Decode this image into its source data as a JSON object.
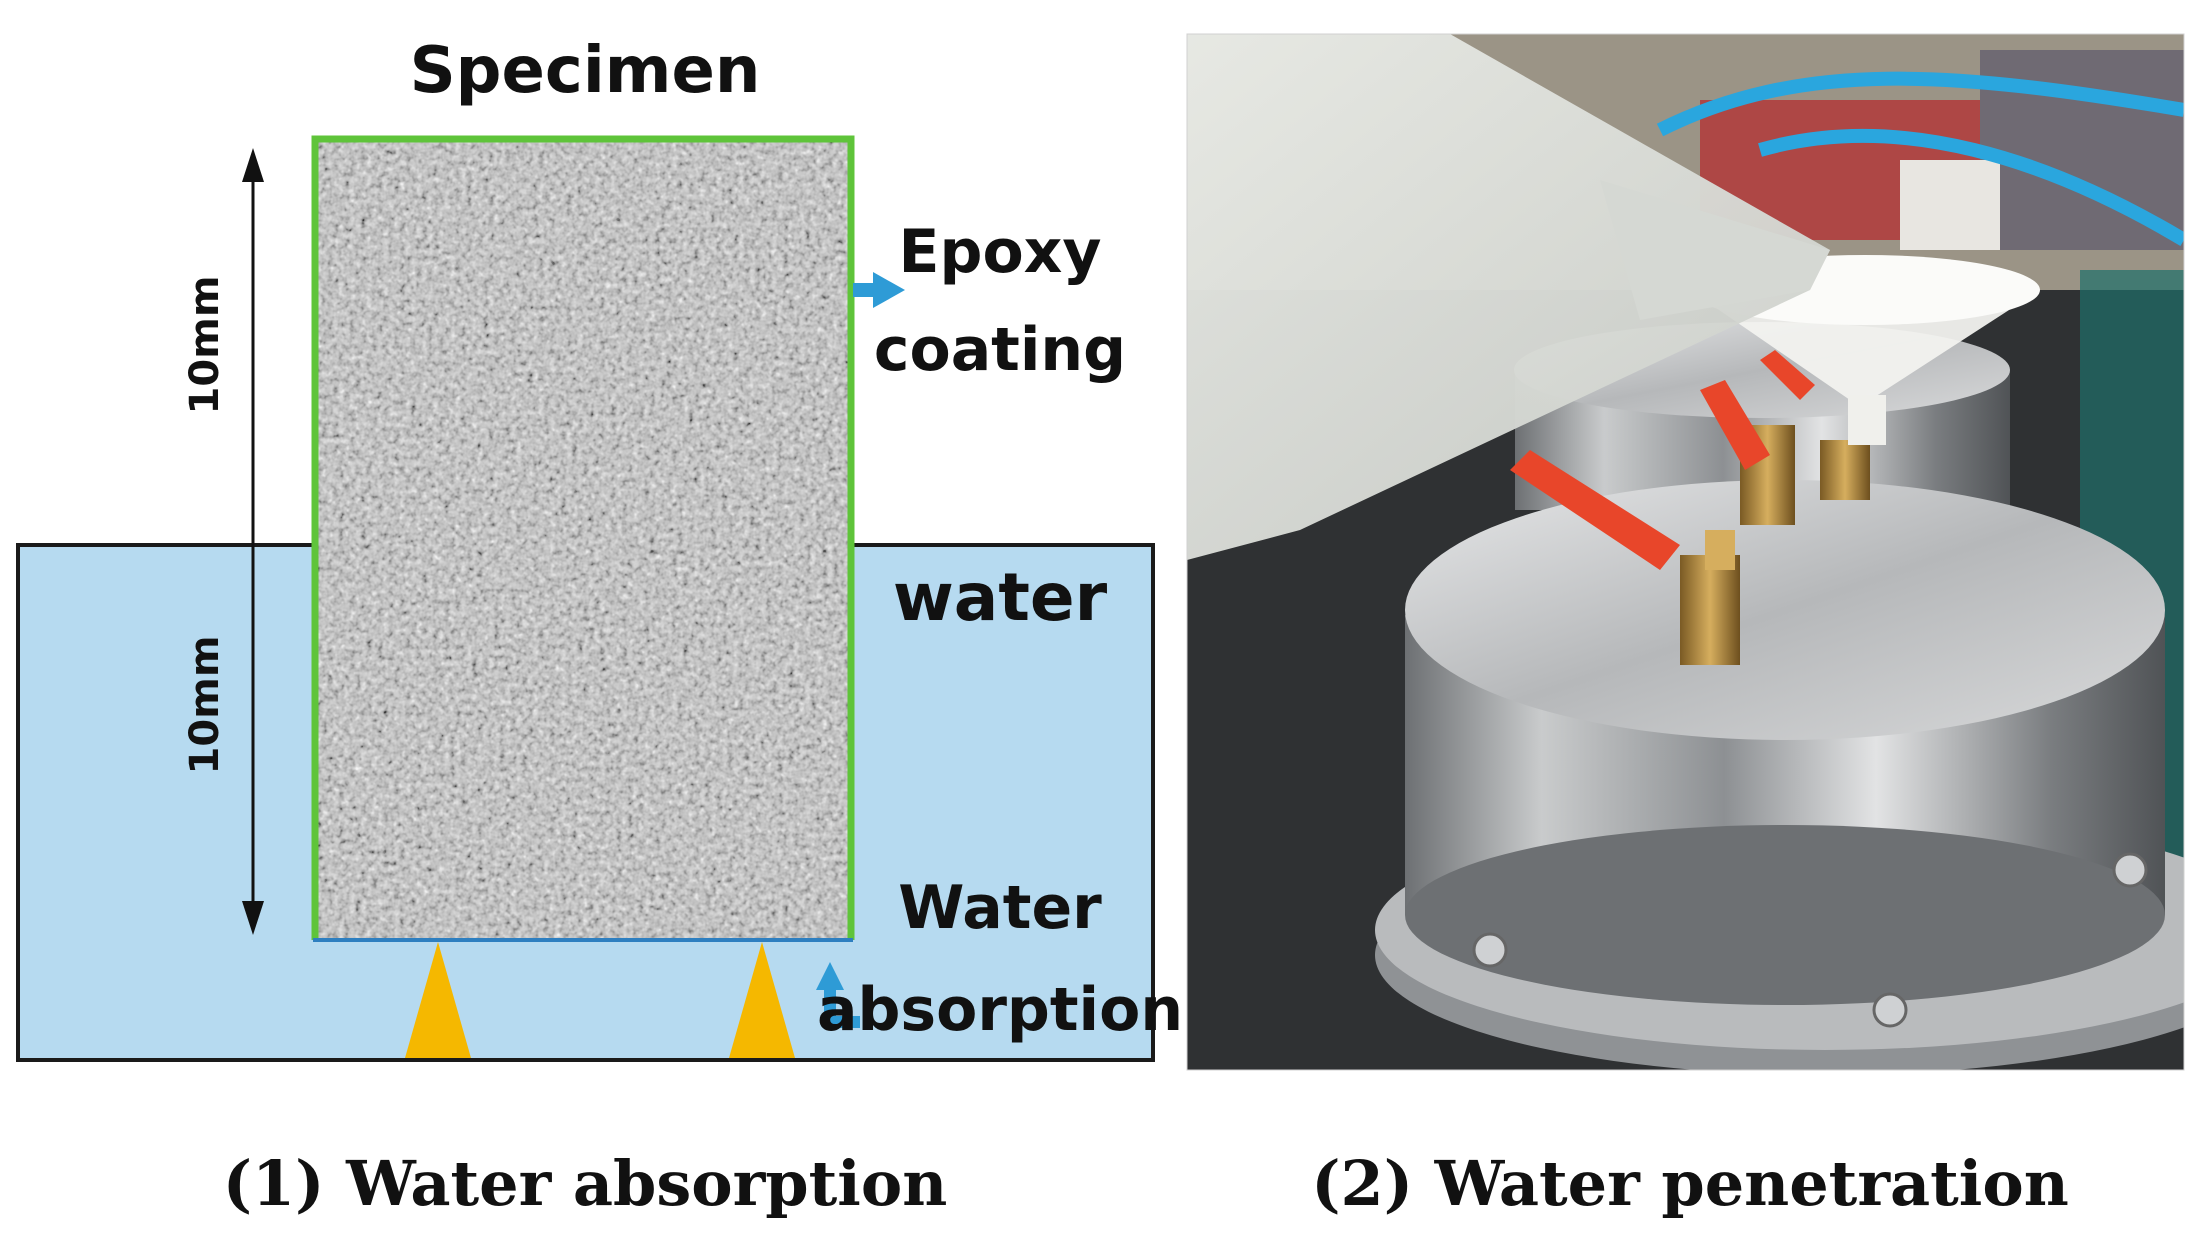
{
  "diagram": {
    "specimen_label": "Specimen",
    "dimension_upper": "10mm",
    "dimension_lower": "10mm",
    "epoxy_label_line1": "Epoxy",
    "epoxy_label_line2": "coating",
    "water_label": "water",
    "absorption_label_line1": "Water",
    "absorption_label_line2": "absorption",
    "colors": {
      "water": "#b6daf0",
      "epoxy": "#5fc43a",
      "arrow": "#2e9bd6",
      "support": "#f5b800"
    }
  },
  "photo": {
    "description_icon": "water-penetration-apparatus-photo"
  },
  "captions": {
    "left": "(1) Water absorption",
    "right": "(2) Water penetration"
  }
}
